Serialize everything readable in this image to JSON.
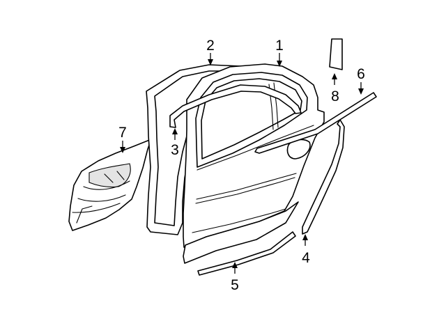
{
  "background": "#ffffff",
  "line_color": "#000000",
  "callouts": [
    {
      "id": "1",
      "label": "1"
    },
    {
      "id": "2",
      "label": "2"
    },
    {
      "id": "3",
      "label": "3"
    },
    {
      "id": "4",
      "label": "4"
    },
    {
      "id": "5",
      "label": "5"
    },
    {
      "id": "6",
      "label": "6"
    },
    {
      "id": "7",
      "label": "7"
    },
    {
      "id": "8",
      "label": "8"
    }
  ]
}
